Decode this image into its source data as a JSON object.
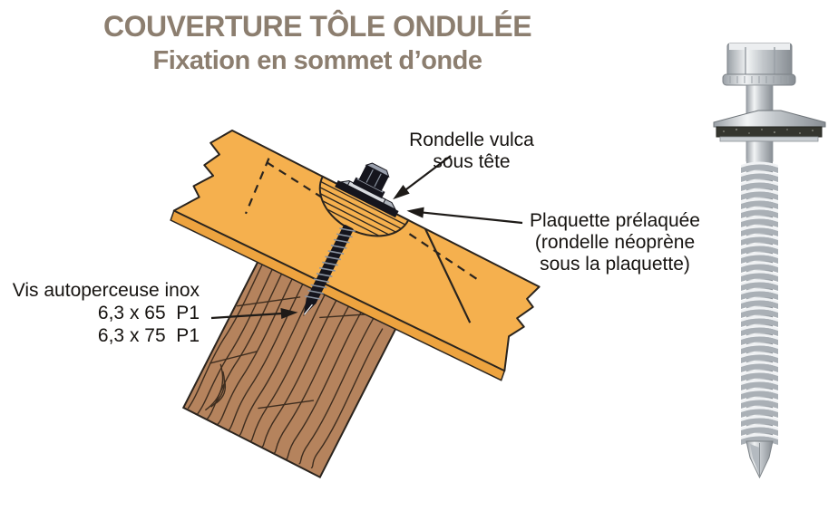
{
  "title": {
    "line1": "COUVERTURE TÔLE ONDULÉE",
    "line2": "Fixation en sommet d’onde",
    "color": "#8C7E6F"
  },
  "diagram": {
    "labels": {
      "rondelle_line1": "Rondelle vulca",
      "rondelle_line2": "sous tête",
      "plaquette_line1": "Plaquette prélaquée",
      "plaquette_line2": "(rondelle néoprène",
      "plaquette_line3": "sous la plaquette)",
      "vis_line1": "Vis autoperceuse inox",
      "vis_line2": "6,3 x 65  P1",
      "vis_line3": "6,3 x 75  P1"
    },
    "colors": {
      "sheet_orange": "#F5B04E",
      "sheet_edge": "#EDA33F",
      "wood_brown": "#B5835D",
      "wood_grain": "#3E2D1F",
      "line_dark": "#2A241E",
      "screw_dark": "#15151D"
    }
  }
}
